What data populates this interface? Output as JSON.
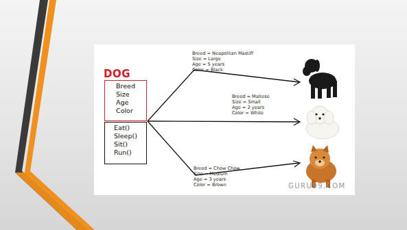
{
  "diagram": {
    "nodes": [
      {
        "text": [
          "DOG",
          "Breed Size Age Color"
        ]
      },
      {
        "text": [
          "Eat() Sleep() Sit() Run()"
        ]
      }
    ],
    "labels": [
      "Breed = Neapolitan Mastiff",
      "Size = Large",
      "Age = 5 years",
      "Color = Black",
      "Breed = Maltese",
      "Size = Small",
      "Age = 2 years",
      "Color = White",
      "Breed = Chow Chow",
      "Size = Medium",
      "Age = 3 years",
      "Color = Brown",
      "GURU99.COM"
    ]
  }
}
